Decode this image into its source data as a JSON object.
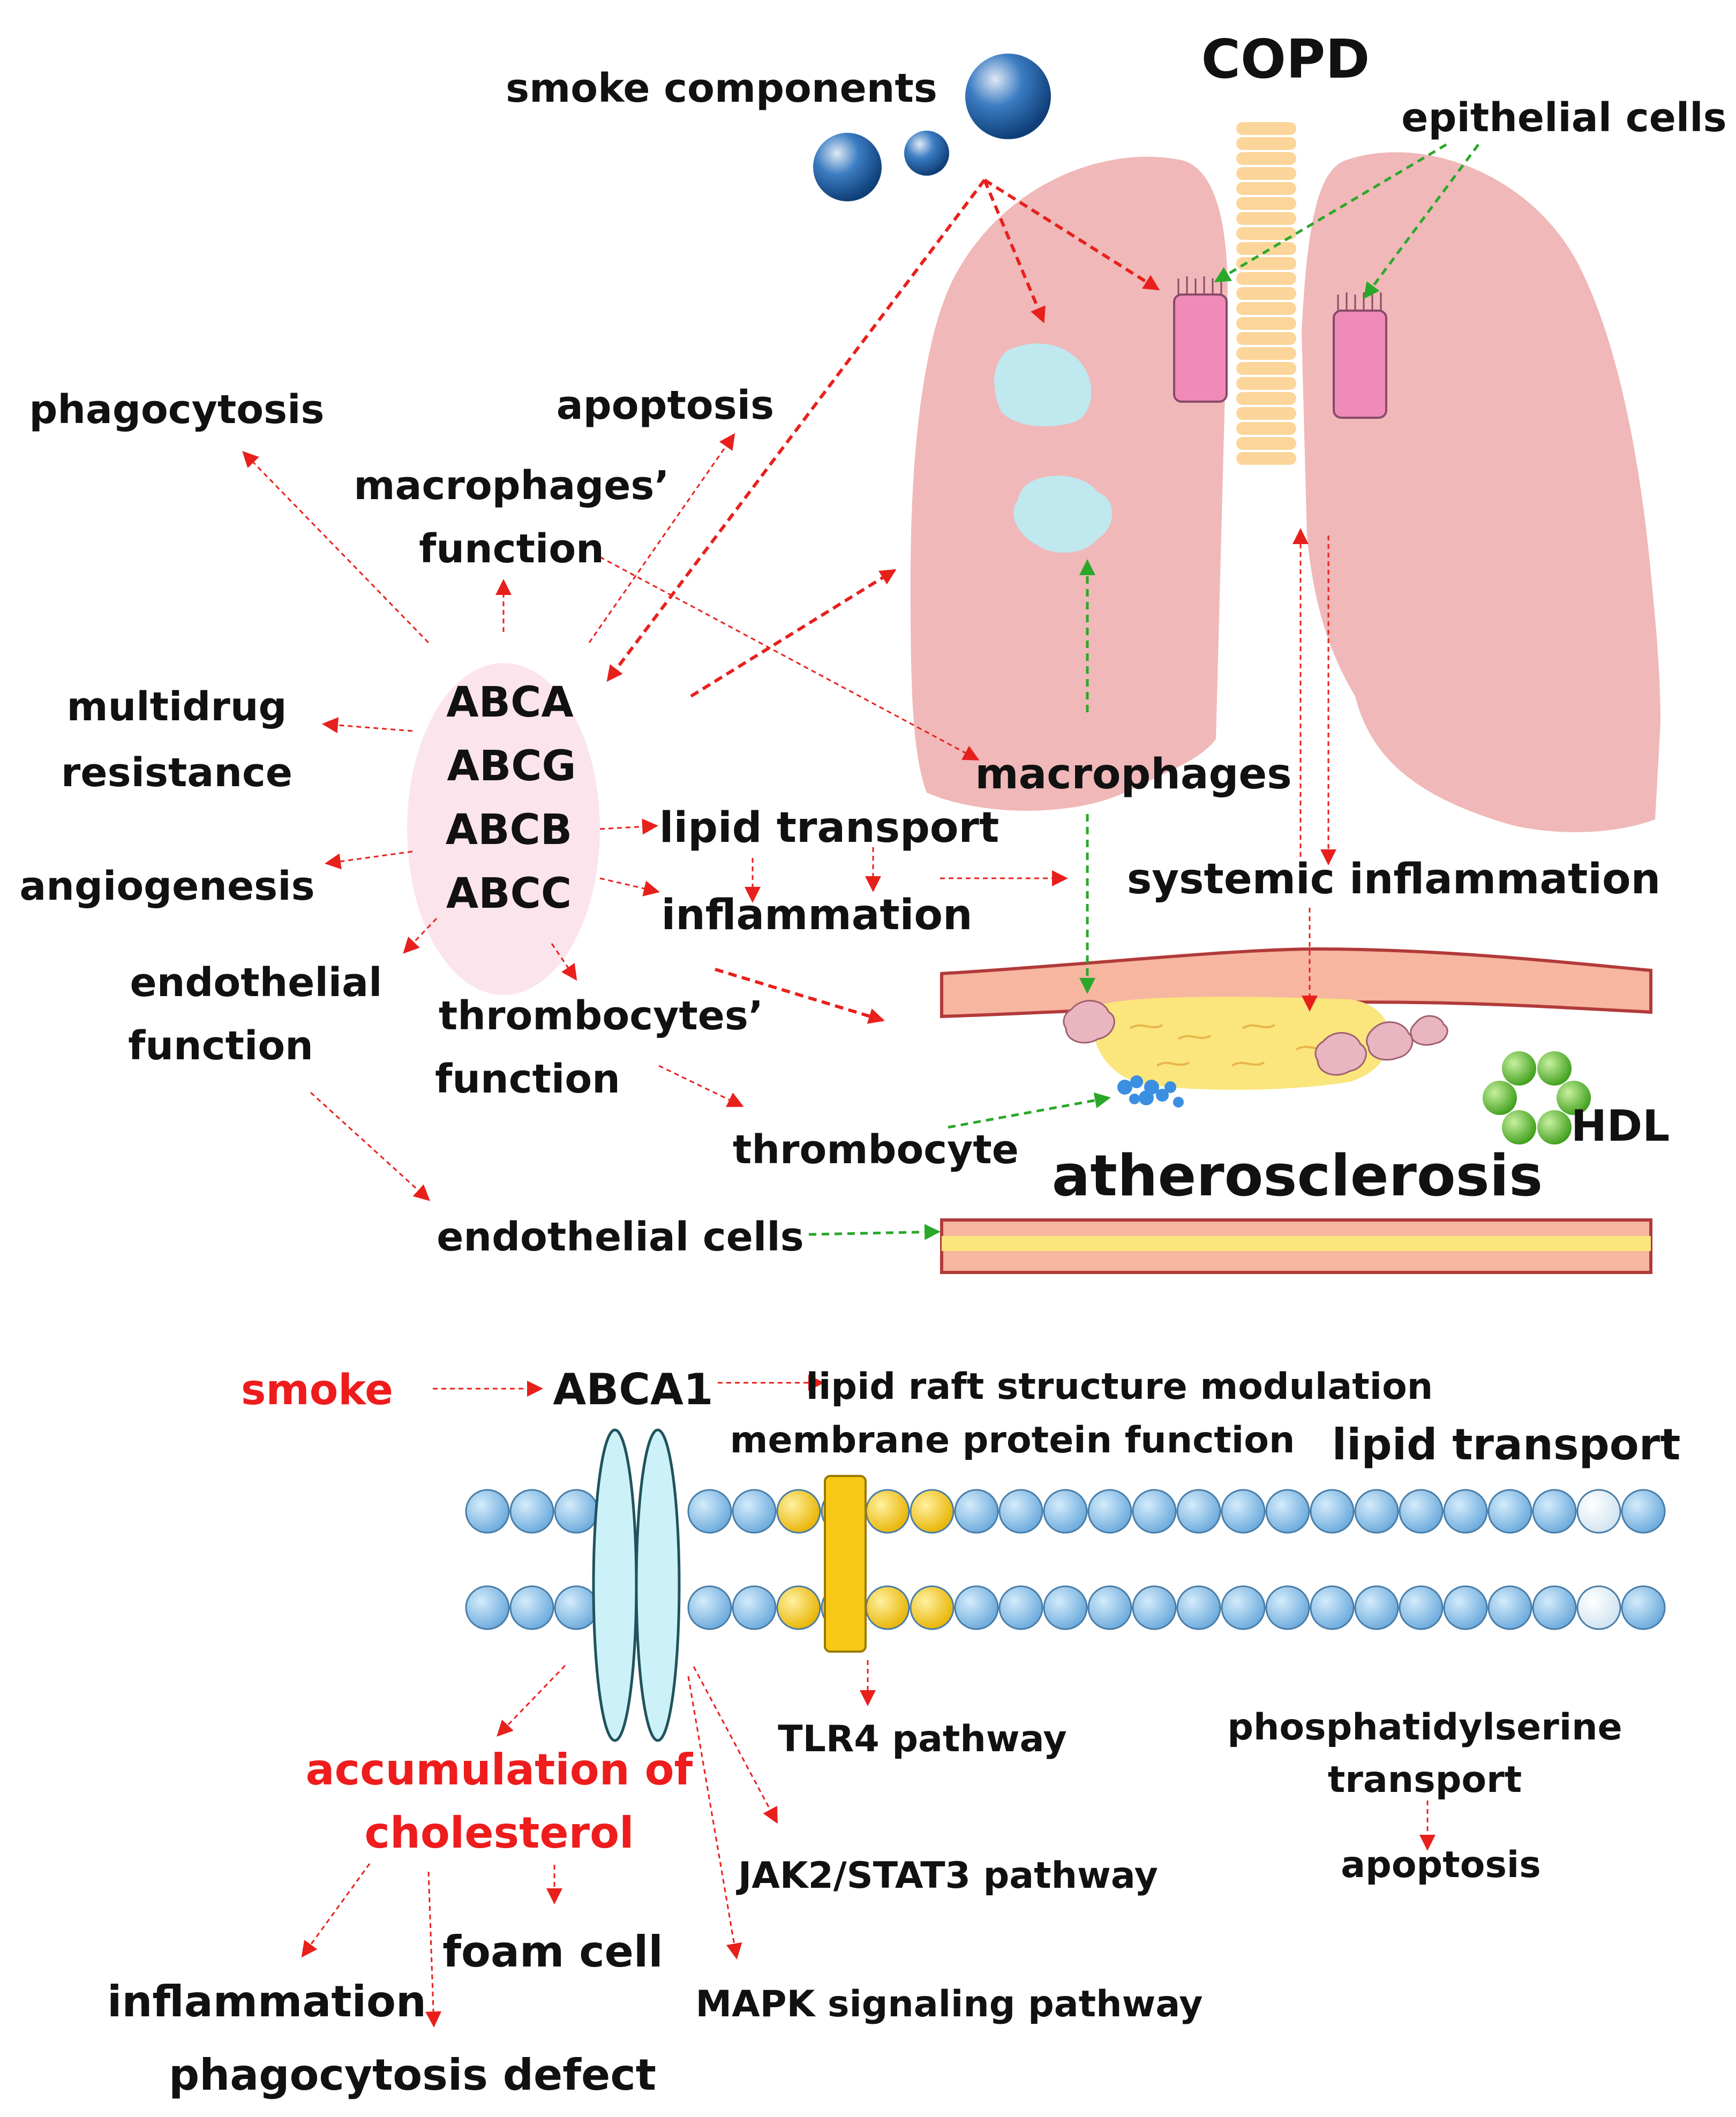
{
  "colors": {
    "arrow_red": "#e8201c",
    "arrow_green": "#2aa82a",
    "red_text": "#ee1c1c",
    "lung": "#f0b8b8",
    "trachea": "#fcd59a",
    "epithelial": "#f08ab8",
    "lesion": "#bfe8ef",
    "abc_ellipse": "#fce4ec",
    "membrane_blue": "#8fc3ea",
    "membrane_yellow": "#f7c815",
    "transporter": "#cdf1f8",
    "plaque": "#fbe57d",
    "vessel": "#f6b6a0",
    "hdl": "#6cc531",
    "thrombocyte": "#3a8fe0",
    "smoke_ball": "#1f63a8"
  },
  "icons": {
    "smoke": "smoke-particle-icon",
    "lung": "lung-icon",
    "epithelial": "epithelial-cell-icon",
    "hdl": "hdl-particle-icon",
    "vessel": "blood-vessel-icon",
    "membrane": "lipid-bilayer-icon"
  },
  "top": {
    "copd": "COPD",
    "smoke_components": "smoke components",
    "epithelial_cells": "epithelial cells",
    "phagocytosis": "phagocytosis",
    "apoptosis": "apoptosis",
    "macrophages_function_1": "macrophages’",
    "macrophages_function_2": "function",
    "multidrug_1": "multidrug",
    "multidrug_2": "resistance",
    "angiogenesis": "angiogenesis",
    "endothelial_function_1": "endothelial",
    "endothelial_function_2": "function",
    "thrombocytes_function_1": "thrombocytes’",
    "thrombocytes_function_2": "function",
    "lipid_transport": "lipid transport",
    "inflammation": "inflammation",
    "macrophages": "macrophages",
    "systemic_inflammation": "systemic inflammation",
    "thrombocyte": "thrombocyte",
    "hdl": "HDL",
    "atherosclerosis": "atherosclerosis",
    "endothelial_cells": "endothelial cells",
    "abc_families": [
      "ABCA",
      "ABCG",
      "ABCB",
      "ABCC"
    ]
  },
  "bottom": {
    "smoke": "smoke",
    "abca1": "ABCA1",
    "lipid_raft": "lipid raft structure modulation",
    "membrane_protein": "membrane protein function",
    "lipid_transport": "lipid transport",
    "tlr4": "TLR4 pathway",
    "phosphatidylserine_1": "phosphatidylserine",
    "phosphatidylserine_2": "transport",
    "apoptosis": "apoptosis",
    "accumulation_1": "accumulation of",
    "accumulation_2": "cholesterol",
    "jak2": "JAK2/STAT3 pathway",
    "foam_cell": "foam cell",
    "inflammation": "inflammation",
    "mapk": "MAPK signaling  pathway",
    "phagocytosis_defect": "phagocytosis defect"
  }
}
